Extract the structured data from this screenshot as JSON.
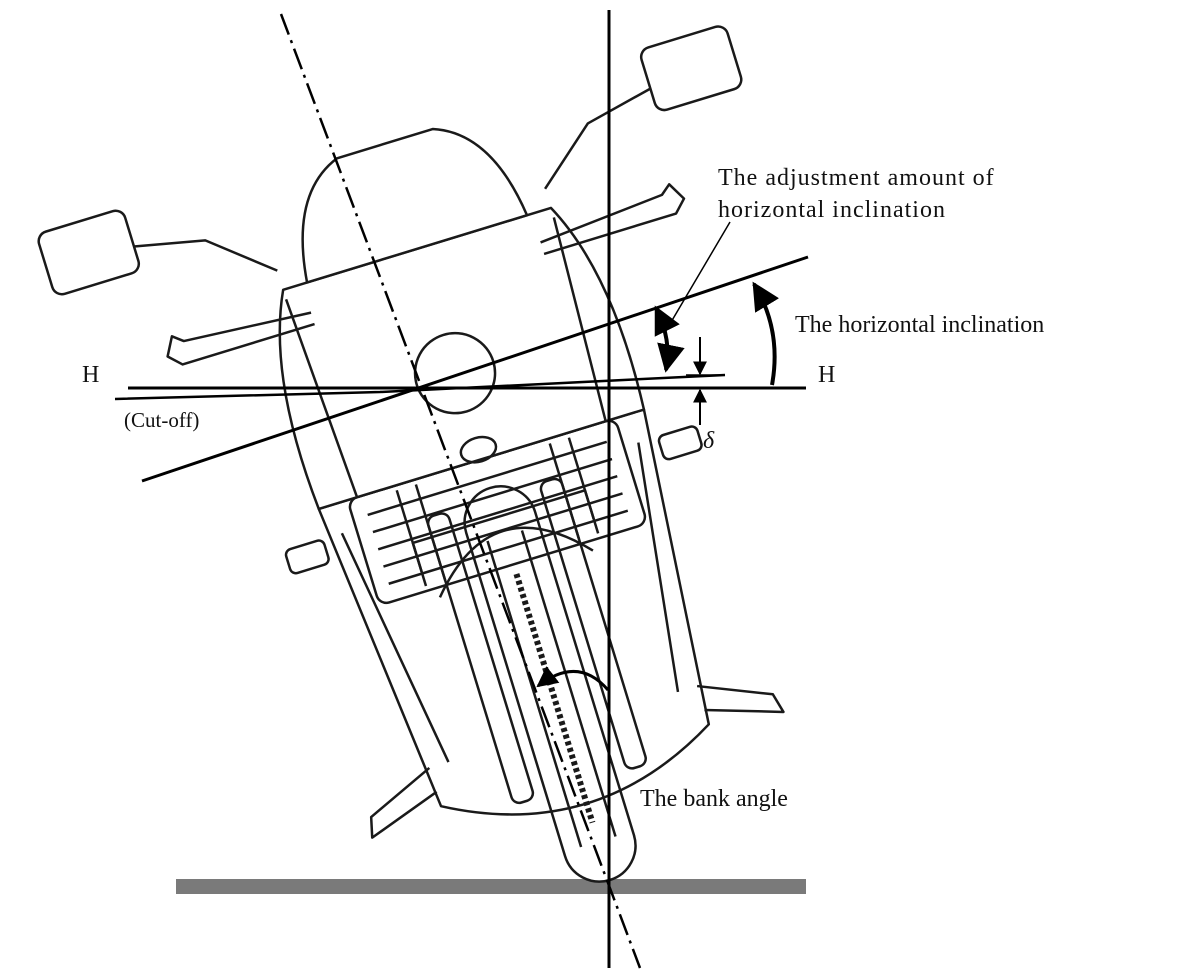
{
  "labels": {
    "adjustment_line1": "The adjustment amount of",
    "adjustment_line2": "horizontal inclination",
    "horizontal_inclination": "The horizontal inclination",
    "h_left": "H",
    "h_right": "H",
    "cut_off": "(Cut-off)",
    "delta": "δ",
    "bank_angle": "The bank angle"
  },
  "colors": {
    "line": "#000000",
    "ground": "#7a7a7a",
    "drawing": "#1a1a1a"
  }
}
